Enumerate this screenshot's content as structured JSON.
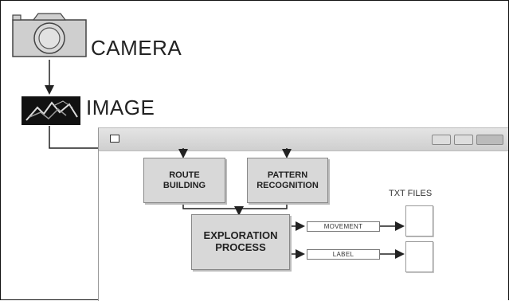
{
  "camera": {
    "label": "CAMERA",
    "icon": "camera-icon"
  },
  "image": {
    "label": "IMAGE",
    "icon": "image-thumbnail"
  },
  "window": {
    "title_icon": "folder-icon"
  },
  "process": {
    "route_building": "ROUTE\nBUILDING",
    "pattern_recognition": "PATTERN\nRECOGNITION",
    "exploration_process": "EXPLORATION\nPROCESS",
    "movement": "MOVEMENT",
    "label": "LABEL",
    "txt_files": "TXT FILES"
  }
}
